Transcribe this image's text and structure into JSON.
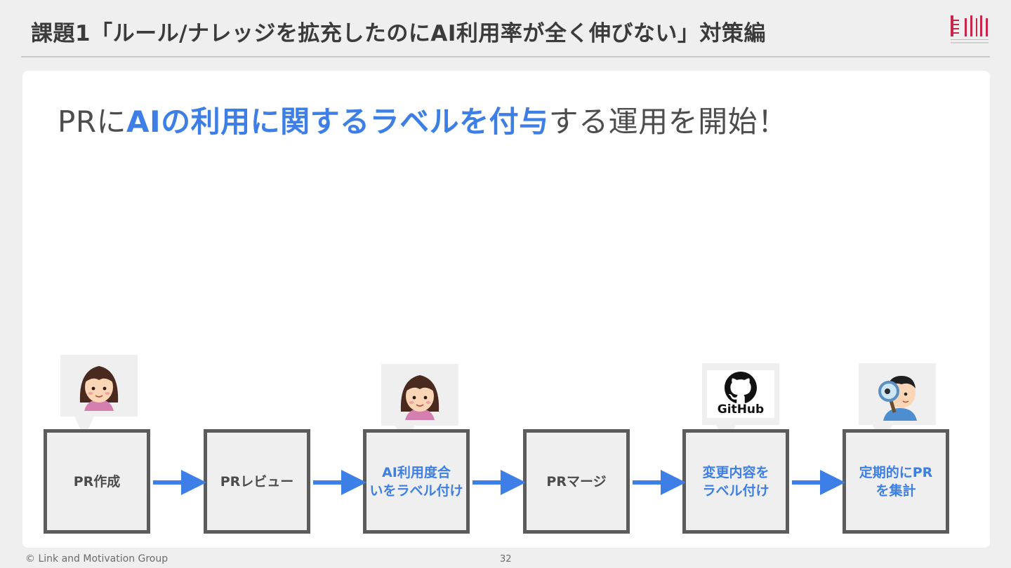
{
  "header": {
    "title": "課題1「ルール/ナレッジを拡充したのにAI利用率が全く伸びない」対策編",
    "logo_caption": "Link and Motivation Group"
  },
  "headline": {
    "prefix": "PRに",
    "highlight": "AIの利用に関するラベルを付与",
    "suffix": "する運用を開始！"
  },
  "steps": [
    {
      "label": "PR作成",
      "highlight": false
    },
    {
      "label": "PRレビュー",
      "highlight": false
    },
    {
      "label": "AI利用度合\nいをラベル付け",
      "highlight": true
    },
    {
      "label": "PRマージ",
      "highlight": false
    },
    {
      "label": "変更内容を\nラベル付け",
      "highlight": true
    },
    {
      "label": "定期的にPR\nを集計",
      "highlight": true
    }
  ],
  "bubbles": {
    "github_text": "GitHub"
  },
  "footer": {
    "copyright": "© Link and Motivation Group",
    "page": "32"
  },
  "colors": {
    "accent": "#3d7fe6",
    "box_border": "#5c5c5c",
    "background": "#efefef"
  }
}
